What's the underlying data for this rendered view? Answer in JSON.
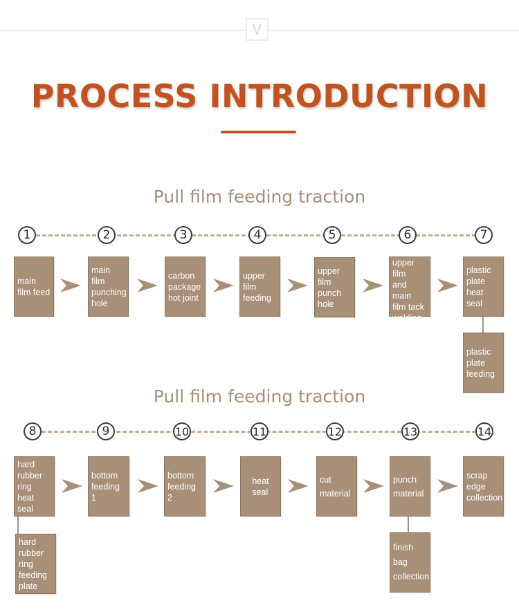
{
  "header": {
    "badge": "V",
    "title": "PROCESS INTRODUCTION"
  },
  "sections": [
    {
      "subtitle": "Pull film feeding traction",
      "steps": [
        {
          "num": "1",
          "label": "main\nfilm feed"
        },
        {
          "num": "2",
          "label": "main\nfilm\npunching\nhole"
        },
        {
          "num": "3",
          "label": "carbon\npackage\nhot  joint"
        },
        {
          "num": "4",
          "label": "upper\nfilm\nfeeding"
        },
        {
          "num": "5",
          "label": "upper\nfilm\npunch\nhole"
        },
        {
          "num": "6",
          "label": "upper\nfilm\nand  main\nfilm tack\nwelding"
        },
        {
          "num": "7",
          "label": "plastic\nplate\nheat seal"
        }
      ],
      "sub_step": {
        "label": "plastic\nplate\nfeeding"
      }
    },
    {
      "subtitle": "Pull film feeding traction",
      "steps": [
        {
          "num": "8",
          "label": "hard\nrubber\nring\nheat seal"
        },
        {
          "num": "9",
          "label": "bottom\nfeeding 1"
        },
        {
          "num": "10",
          "label": "bottom\nfeeding 2"
        },
        {
          "num": "11",
          "label": "heat\nseal"
        },
        {
          "num": "12",
          "label": "cut\nmaterial"
        },
        {
          "num": "13",
          "label": "punch\nmaterial"
        },
        {
          "num": "14",
          "label": "scrap\nedge\ncollection"
        }
      ],
      "sub_steps": [
        {
          "label": "hard\nrubber\nring\nfeeding\nplate"
        },
        {
          "label": "finish bag\ncollection"
        }
      ]
    }
  ],
  "colors": {
    "accent": "#c4521e",
    "box": "#a88f78",
    "subtitle": "#a88f74",
    "dash": "#c9a98e"
  }
}
